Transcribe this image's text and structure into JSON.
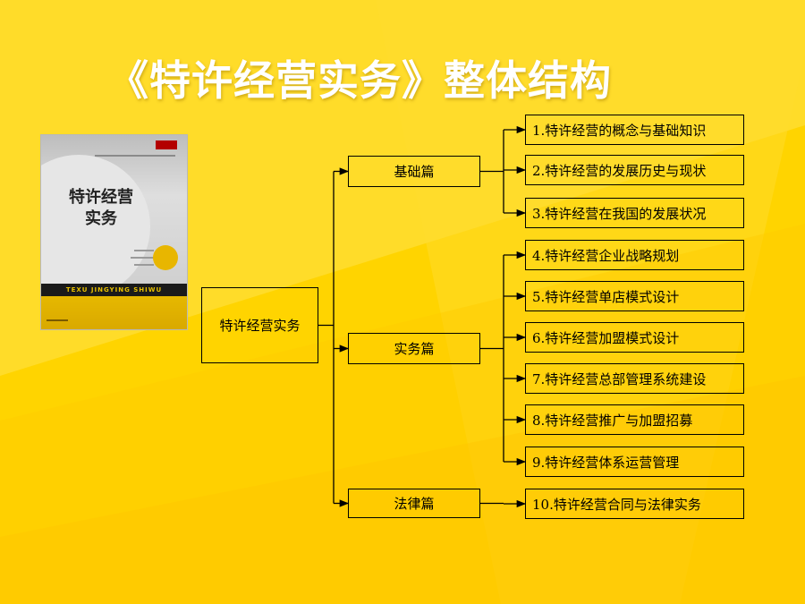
{
  "slide": {
    "title": "《特许经营实务》整体结构",
    "colors": {
      "background": "#ffd400",
      "title_text": "#ffffff",
      "lines": "#000000"
    }
  },
  "book_cover": {
    "title_line1": "特许经营",
    "title_line2": "实务",
    "band_text": "TEXU JINGYING SHIWU"
  },
  "diagram": {
    "root": "特许经营实务",
    "branches": [
      {
        "label": "基础篇",
        "children": [
          "1.特许经营的概念与基础知识",
          "2.特许经营的发展历史与现状",
          "3.特许经营在我国的发展状况"
        ]
      },
      {
        "label": "实务篇",
        "children": [
          "4.特许经营企业战略规划",
          "5.特许经营单店模式设计",
          "6.特许经营加盟模式设计",
          "7.特许经营总部管理系统建设",
          "8.特许经营推广与加盟招募",
          "9.特许经营体系运营管理"
        ]
      },
      {
        "label": "法律篇",
        "children": [
          "10.特许经营合同与法律实务"
        ]
      }
    ]
  }
}
